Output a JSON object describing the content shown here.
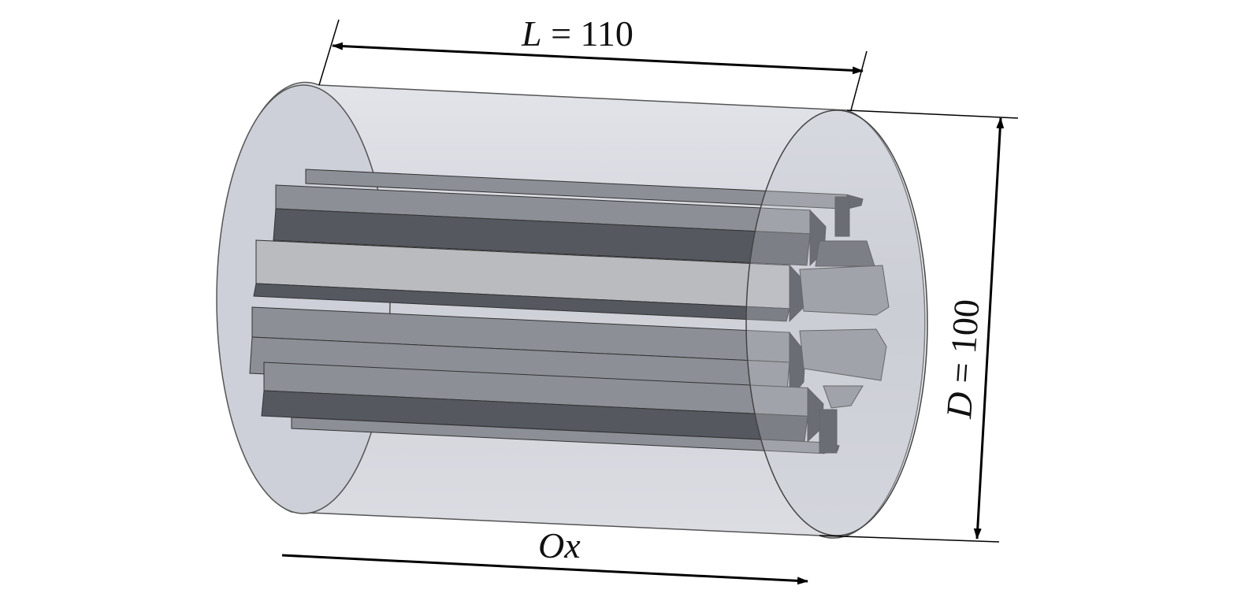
{
  "labels": {
    "length_var": "L",
    "length_rest": " = 110",
    "diameter_var": "D",
    "diameter_rest": " = 100",
    "axis_label": "Ox"
  },
  "colors": {
    "cylinder": "#c9cbd3",
    "bar_light": "#b9bbbf",
    "bar_mid": "#8c8f96",
    "bar_dark": "#55585f",
    "bar_end": "#3a3c42"
  }
}
